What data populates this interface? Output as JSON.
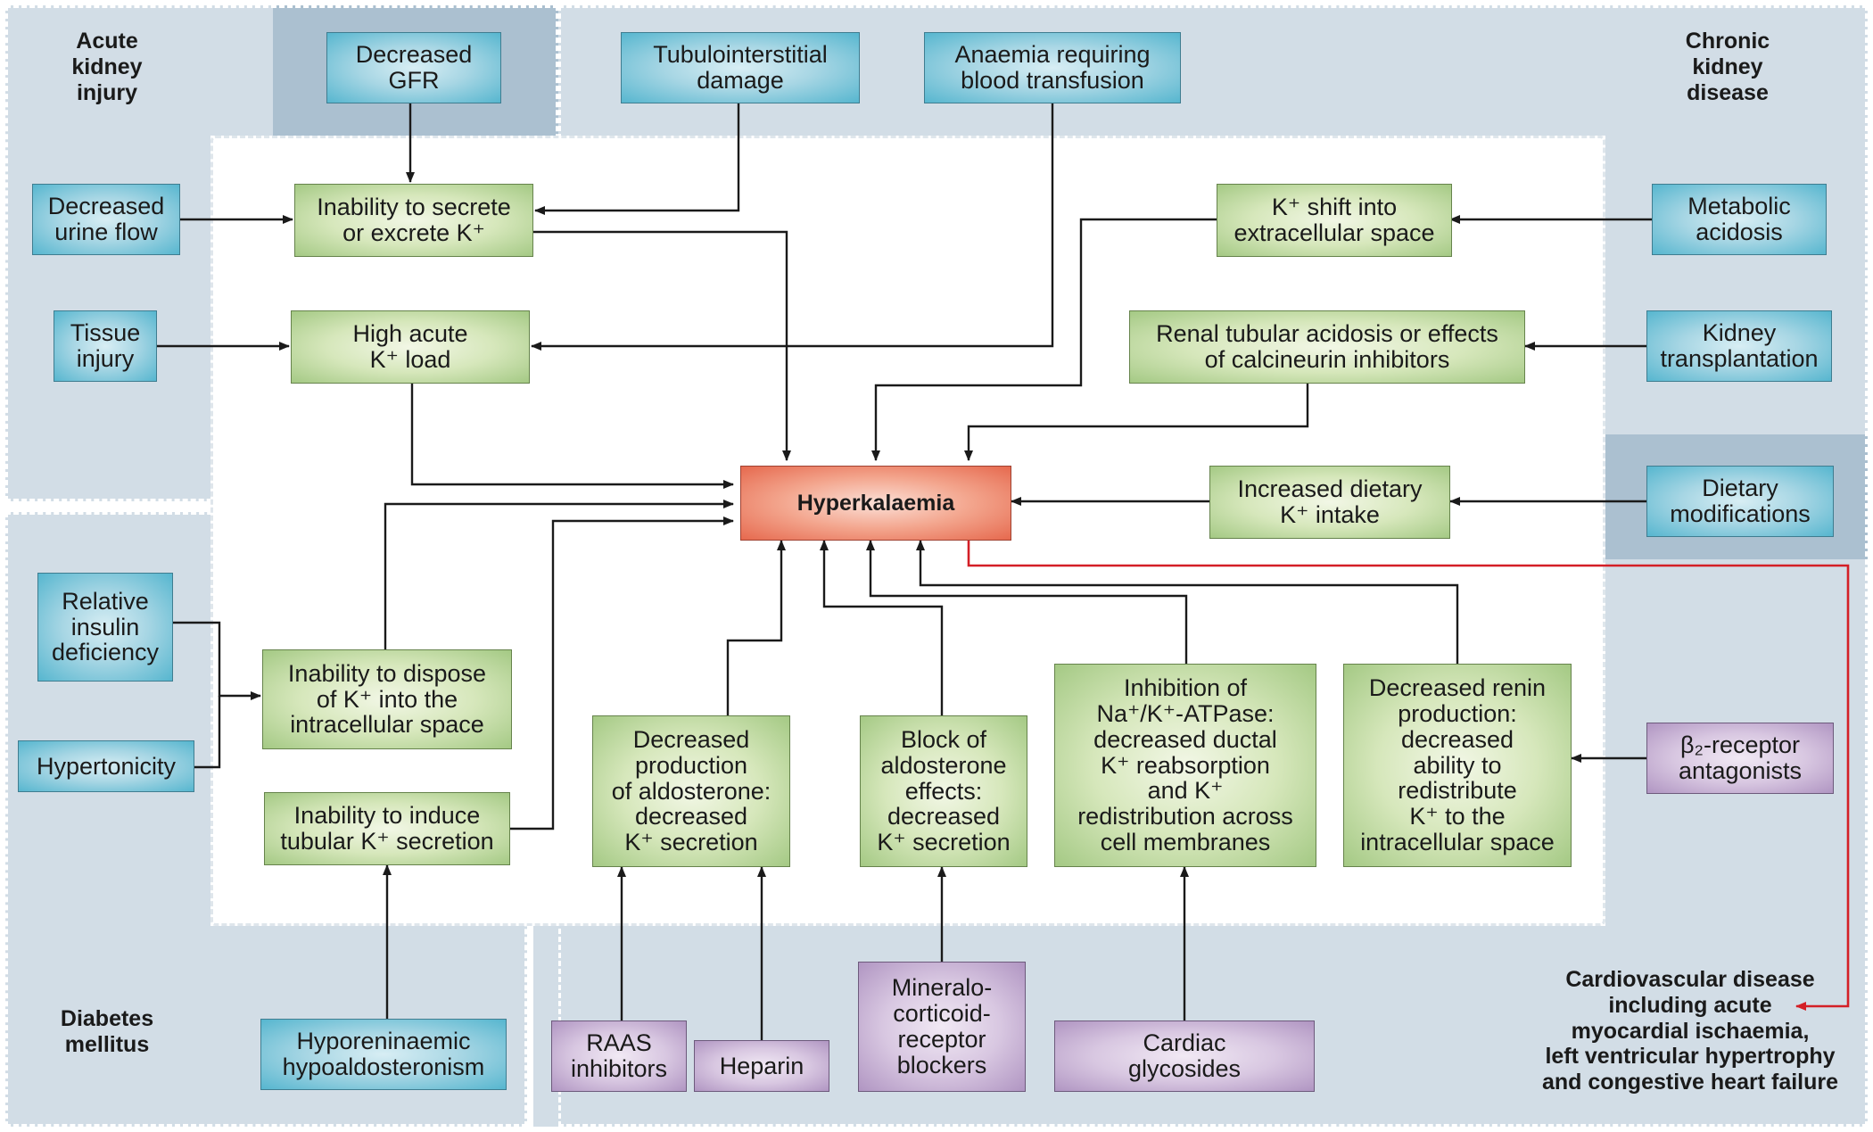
{
  "regions": {
    "aki": "Acute\nkidney\ninjury",
    "ckd": "Chronic\nkidney\ndisease",
    "dm": "Diabetes\nmellitus",
    "cvd": "Cardiovascular disease\nincluding acute\nmyocardial ischaemia,\nleft ventricular hypertrophy\nand congestive heart failure"
  },
  "center": {
    "label": "Hyperkalaemia"
  },
  "causes": {
    "decreased_gfr": "Decreased\nGFR",
    "tubulointerstitial_damage": "Tubulointerstitial\ndamage",
    "anaemia_transfusion": "Anaemia requiring\nblood transfusion",
    "decreased_urine_flow": "Decreased\nurine flow",
    "tissue_injury": "Tissue\ninjury",
    "metabolic_acidosis": "Metabolic\nacidosis",
    "kidney_transplantation": "Kidney\ntransplantation",
    "dietary_modifications": "Dietary\nmodifications",
    "relative_insulin_deficiency": "Relative\ninsulin\ndeficiency",
    "hypertonicity": "Hypertonicity",
    "hyporeninaemic_hypoaldosteronism": "Hyporeninaemic\nhypoaldosteronism"
  },
  "drugs": {
    "raas_inhibitors": "RAAS\ninhibitors",
    "heparin": "Heparin",
    "mineralocorticoid_blockers": "Mineralo-\ncorticoid-\nreceptor\nblockers",
    "cardiac_glycosides": "Cardiac\nglycosides",
    "beta2_antagonists": "β₂-receptor\nantagonists"
  },
  "mechanisms": {
    "inability_secrete": "Inability to secrete\nor excrete K⁺",
    "high_acute_load": "High acute\nK⁺ load",
    "k_shift": "K⁺ shift into\nextracellular space",
    "renal_tubular_acidosis": "Renal tubular acidosis or effects\nof calcineurin inhibitors",
    "increased_dietary": "Increased dietary\nK⁺ intake",
    "inability_dispose": "Inability to dispose\nof K⁺ into the\nintracellular space",
    "inability_induce": "Inability to induce\ntubular K⁺ secretion",
    "decreased_aldosterone": "Decreased\nproduction\nof aldosterone:\ndecreased\nK⁺ secretion",
    "block_aldosterone": "Block of\naldosterone\neffects:\ndecreased\nK⁺ secretion",
    "inhibition_atpase": "Inhibition of\nNa⁺/K⁺-ATPase:\ndecreased ductal\nK⁺ reabsorption\nand K⁺\nredistribution across\ncell membranes",
    "decreased_renin": "Decreased renin\nproduction:\ndecreased\nability to\nredistribute\nK⁺ to the\nintracellular space"
  },
  "colors": {
    "region": "#d2dde6",
    "region_dark": "#abc0d0",
    "blue_box": "#7cc6da",
    "green_box": "#c5dca8",
    "purple_box": "#c8b3d4",
    "red_box": "#ee8b72",
    "arrow": "#1a1a1a",
    "cvd_arrow": "#d41f26"
  }
}
